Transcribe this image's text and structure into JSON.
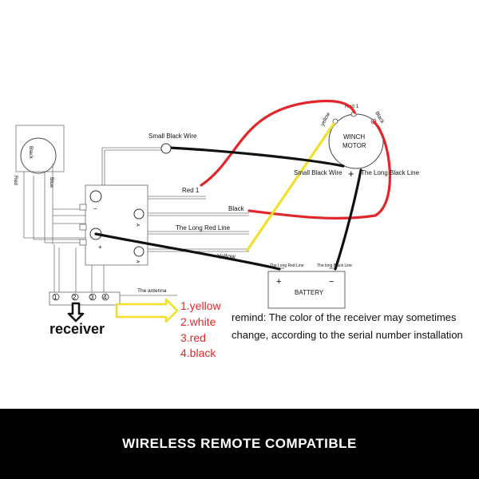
{
  "diagram": {
    "motor": {
      "line1": "WINCH",
      "line2": "MOTOR",
      "plus": "+"
    },
    "motor_terminals": {
      "red": "Red 1",
      "yellow": "yellow",
      "black": "Black"
    },
    "labels": {
      "small_black_wire_top": "Small Black Wire",
      "small_black_wire_motor": "Small Black Wire",
      "long_black_line": "The Long Black Line",
      "red1": "Red 1",
      "black": "Black",
      "long_red_line": "The Long Red Line",
      "yellow": "Yellow",
      "side_red": "Red",
      "side_blue": "Blue",
      "switch_black": "Black"
    },
    "box": {
      "minus": "−",
      "plus": "+",
      "pin_a": "A",
      "pin_b": "A"
    },
    "battery": {
      "label": "BATTERY",
      "plus": "+",
      "minus": "−",
      "left_line": "The Long Red Line",
      "right_line": "The long Black Line"
    },
    "receiver": {
      "pins": [
        "1",
        "2",
        "3",
        "4"
      ],
      "antenna": "The antenna",
      "label": "receiver"
    },
    "legend": [
      "1.yellow",
      "2.white",
      "3.red",
      "4.black"
    ],
    "remind": {
      "line1": "remind: The color of the receiver may sometimes",
      "line2": "change, according to the serial number installation"
    },
    "colors": {
      "red_wire": "#e3262b",
      "yellow_wire": "#f1e02a",
      "black_wire": "#111111",
      "legend_text": "#e3262b"
    }
  },
  "footer": {
    "banner": "WIRELESS REMOTE COMPATIBLE"
  }
}
